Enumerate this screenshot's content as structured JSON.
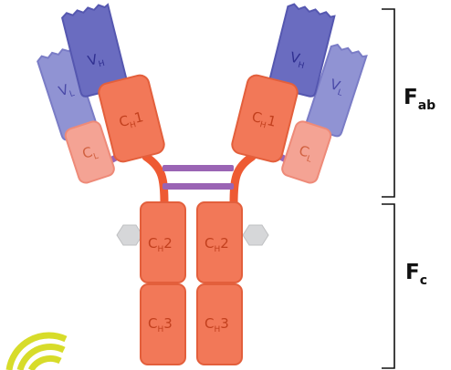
{
  "diagram": {
    "regions": {
      "fab": {
        "label": "F",
        "subscript": "ab"
      },
      "fc": {
        "label": "F",
        "subscript": "c"
      }
    },
    "domains": {
      "vh": {
        "main": "V",
        "sub": "H"
      },
      "vl": {
        "main": "V",
        "sub": "L"
      },
      "ch1": {
        "main": "C",
        "sub": "H",
        "suffix": "1"
      },
      "cl": {
        "main": "C",
        "sub": "L"
      },
      "ch2": {
        "main": "C",
        "sub": "H",
        "suffix": "2"
      },
      "ch3": {
        "main": "C",
        "sub": "H",
        "suffix": "3"
      }
    },
    "colors": {
      "heavy_variable": "#6a6cc0",
      "light_variable": "#9093d3",
      "heavy_constant": "#f27858",
      "light_constant": "#f4a394",
      "disulfide": "#9a64b4",
      "glycan": "#d6d7d9",
      "bracket": "#111111",
      "label_text": "#c2401e"
    }
  }
}
